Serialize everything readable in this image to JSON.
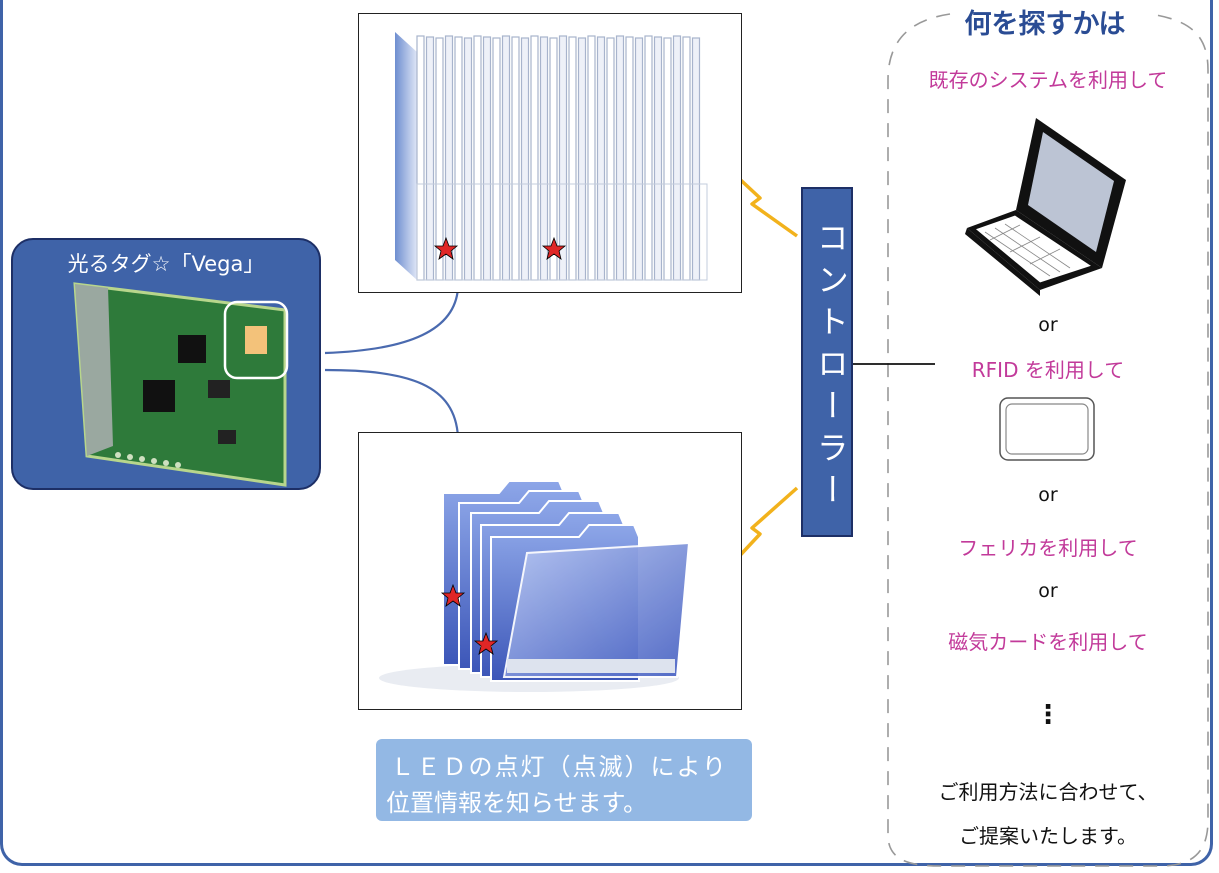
{
  "tag": {
    "title": "光るタグ☆「Vega」"
  },
  "controller": {
    "label": "コントローラー"
  },
  "search": {
    "title": "何を探すかは",
    "options": [
      "既存のシステムを利用して",
      "RFID を利用して",
      "フェリカを利用して",
      "磁気カードを利用して"
    ],
    "or_label": "or",
    "ellipsis": "⋮",
    "closing_line1": "ご利用方法に合わせて、",
    "closing_line2": "ご提案いたします。"
  },
  "note": {
    "line1": "ＬＥＤの点灯（点滅）により",
    "line2": "位置情報を知らせます。"
  },
  "colors": {
    "accent_blue": "#3f63a8",
    "option_pink": "#c23a9a",
    "lightning": "#f2b21c",
    "star": "#e02626",
    "note_bg": "#93b8e4"
  }
}
